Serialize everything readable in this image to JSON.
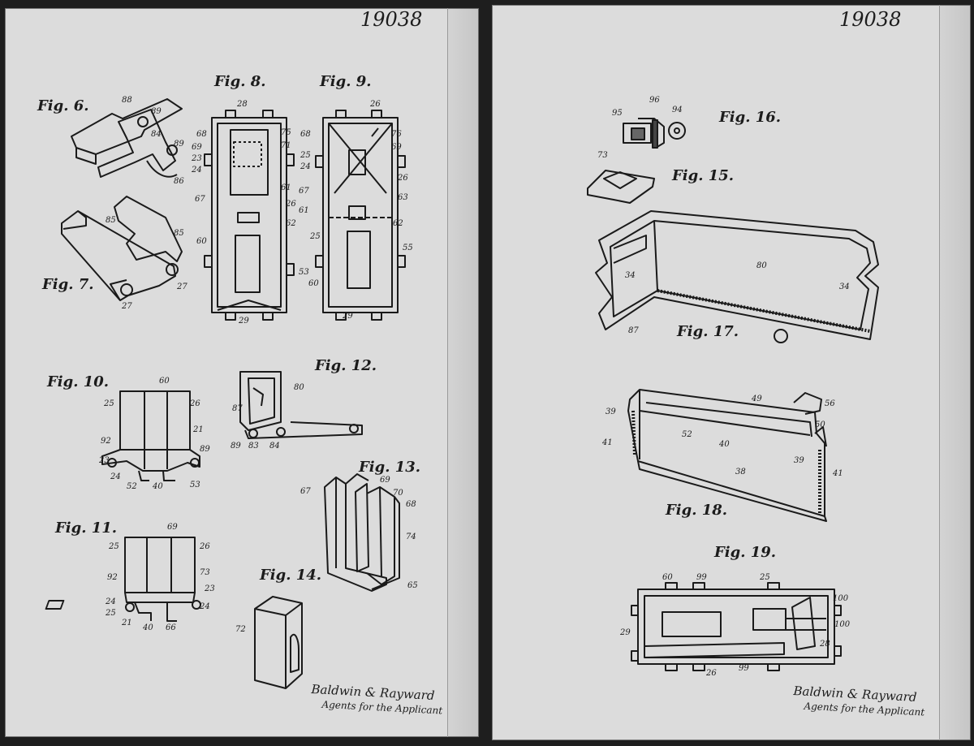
{
  "sheets": [
    {
      "sheet_number": "19038",
      "figures": [
        "Fig. 6.",
        "Fig. 7.",
        "Fig. 8.",
        "Fig. 9.",
        "Fig. 10.",
        "Fig. 11.",
        "Fig. 12.",
        "Fig. 13.",
        "Fig. 14."
      ],
      "signature": {
        "line1": "Baldwin & Rayward",
        "line2": "Agents for the Applicant"
      }
    },
    {
      "sheet_number": "19038",
      "figures": [
        "Fig. 15.",
        "Fig. 16.",
        "Fig. 17.",
        "Fig. 18.",
        "Fig. 19."
      ],
      "signature": {
        "line1": "Baldwin & Rayward",
        "line2": "Agents for the Applicant"
      }
    }
  ],
  "reference_numerals": {
    "fig6": [
      "88",
      "89",
      "84",
      "89",
      "86"
    ],
    "fig7": [
      "85",
      "85",
      "27",
      "27"
    ],
    "fig8": [
      "28",
      "68",
      "75",
      "69",
      "71",
      "23",
      "24",
      "67",
      "61",
      "26",
      "62",
      "60",
      "53",
      "29"
    ],
    "fig9": [
      "26",
      "68",
      "76",
      "69",
      "25",
      "24",
      "67",
      "26",
      "63",
      "61",
      "62",
      "25",
      "55",
      "60",
      "29"
    ],
    "fig10": [
      "60",
      "25",
      "26",
      "21",
      "92",
      "89",
      "23",
      "24",
      "52",
      "40",
      "53"
    ],
    "fig11": [
      "69",
      "25",
      "26",
      "92",
      "73",
      "23",
      "24",
      "25",
      "21",
      "40",
      "66",
      "24"
    ],
    "fig12": [
      "80",
      "87",
      "89",
      "83",
      "84"
    ],
    "fig13": [
      "69",
      "67",
      "70",
      "68",
      "74",
      "65"
    ],
    "fig14": [
      "72"
    ],
    "fig15": [
      "73"
    ],
    "fig16": [
      "95",
      "96",
      "94"
    ],
    "fig17": [
      "80",
      "34",
      "34",
      "87"
    ],
    "fig18": [
      "49",
      "56",
      "39",
      "50",
      "52",
      "40",
      "39",
      "41",
      "38",
      "41"
    ],
    "fig19": [
      "60",
      "99",
      "25",
      "100",
      "29",
      "100",
      "28",
      "26",
      "99"
    ]
  }
}
